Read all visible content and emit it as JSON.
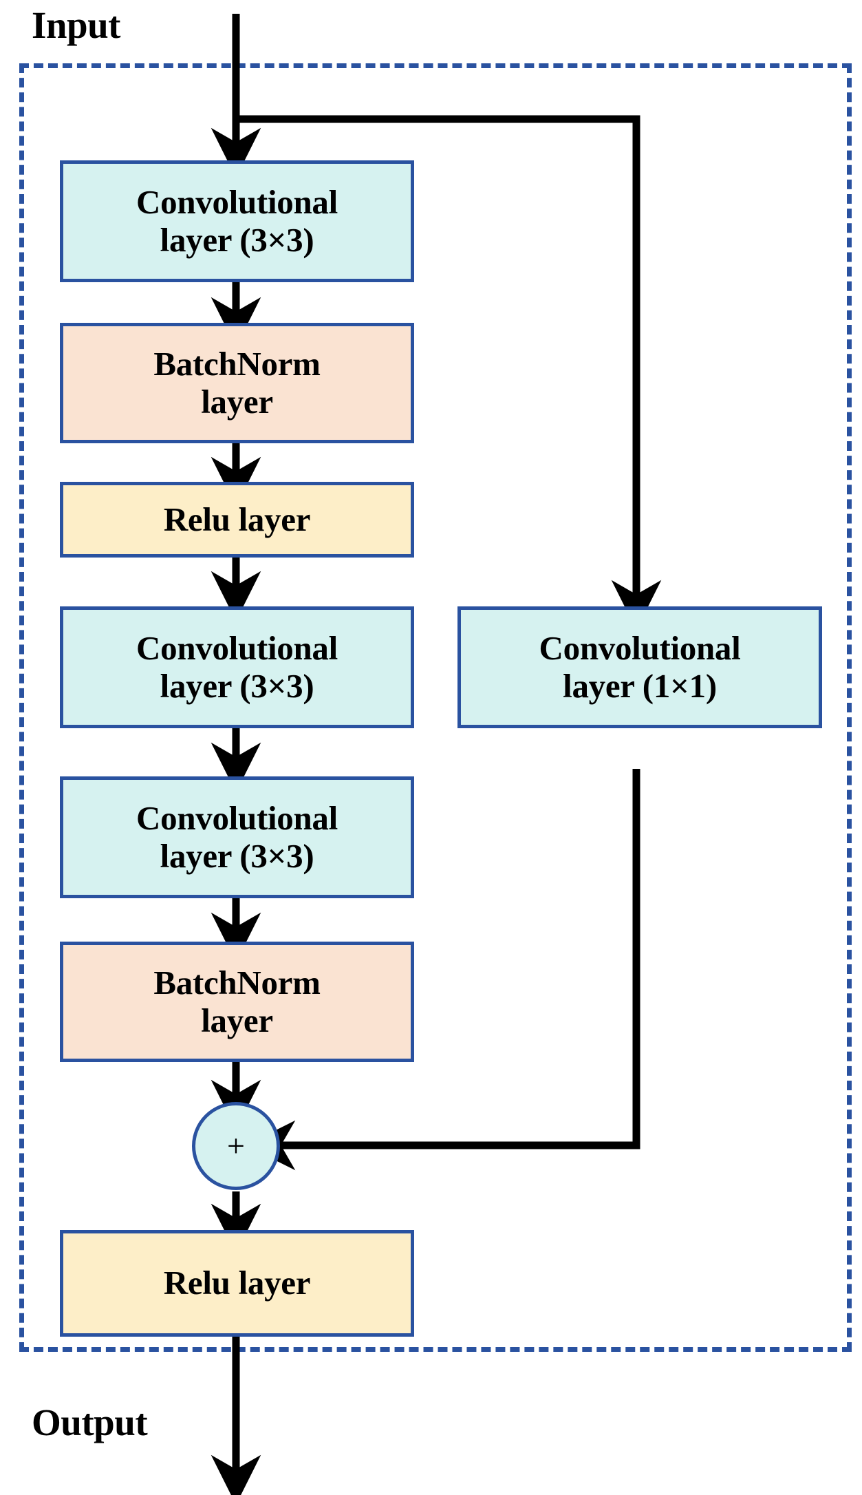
{
  "diagram": {
    "title_role": "residual-block-architecture",
    "io_labels": {
      "input": "Input",
      "output": "Output"
    },
    "colors": {
      "conv_fill": "#d6f2f0",
      "batchnorm_fill": "#fae3d2",
      "relu_fill": "#fdeec8",
      "box_border": "#2a52a0",
      "dashed_frame": "#2a52a0",
      "arrow": "#000000"
    },
    "main_branch": [
      {
        "id": "conv1",
        "line1": "Convolutional",
        "line2": "layer (3×3)",
        "type": "conv"
      },
      {
        "id": "bn1",
        "line1": "BatchNorm",
        "line2": "layer",
        "type": "batchnorm"
      },
      {
        "id": "relu1",
        "line1": "Relu layer",
        "line2": "",
        "type": "relu"
      },
      {
        "id": "conv2",
        "line1": "Convolutional",
        "line2": "layer (3×3)",
        "type": "conv"
      },
      {
        "id": "conv3",
        "line1": "Convolutional",
        "line2": "layer (3×3)",
        "type": "conv"
      },
      {
        "id": "bn2",
        "line1": "BatchNorm",
        "line2": "layer",
        "type": "batchnorm"
      }
    ],
    "shortcut_branch": [
      {
        "id": "conv_shortcut",
        "line1": "Convolutional",
        "line2": "layer (1×1)",
        "type": "conv"
      }
    ],
    "merge_node": {
      "id": "add",
      "symbol": "+",
      "operation": "element-wise-addition"
    },
    "output_branch": [
      {
        "id": "relu2",
        "line1": "Relu layer",
        "line2": "",
        "type": "relu"
      }
    ]
  }
}
